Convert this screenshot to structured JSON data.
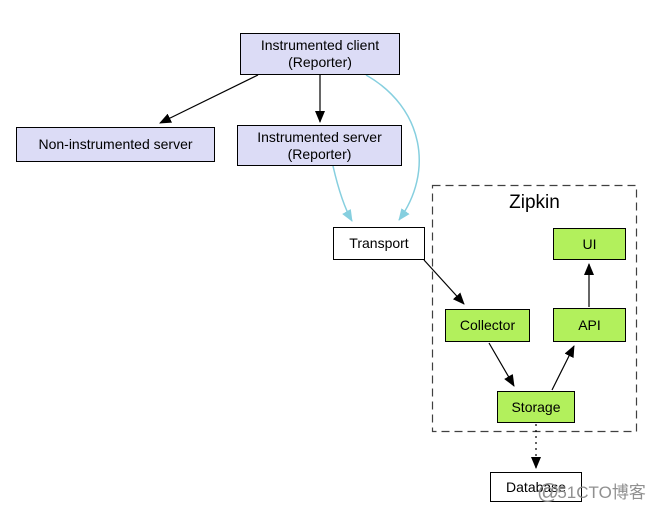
{
  "diagram": {
    "cluster": {
      "label": "Zipkin"
    },
    "nodes": {
      "instrumented_client": {
        "line1": "Instrumented client",
        "line2": "(Reporter)"
      },
      "non_instrumented_server": {
        "label": "Non-instrumented server"
      },
      "instrumented_server": {
        "line1": "Instrumented server",
        "line2": "(Reporter)"
      },
      "transport": {
        "label": "Transport"
      },
      "collector": {
        "label": "Collector"
      },
      "api": {
        "label": "API"
      },
      "ui": {
        "label": "UI"
      },
      "storage": {
        "label": "Storage"
      },
      "database": {
        "label": "Database"
      }
    },
    "edges": [
      {
        "from": "instrumented_client",
        "to": "non_instrumented_server",
        "style": "solid",
        "color": "#000000"
      },
      {
        "from": "instrumented_client",
        "to": "instrumented_server",
        "style": "solid",
        "color": "#000000"
      },
      {
        "from": "instrumented_client",
        "to": "transport",
        "style": "curved",
        "color": "#86cfdf"
      },
      {
        "from": "instrumented_server",
        "to": "transport",
        "style": "curved",
        "color": "#86cfdf"
      },
      {
        "from": "transport",
        "to": "collector",
        "style": "solid",
        "color": "#000000"
      },
      {
        "from": "collector",
        "to": "storage",
        "style": "solid",
        "color": "#000000"
      },
      {
        "from": "storage",
        "to": "api",
        "style": "solid",
        "color": "#000000"
      },
      {
        "from": "api",
        "to": "ui",
        "style": "solid",
        "color": "#000000"
      },
      {
        "from": "storage",
        "to": "database",
        "style": "dashed",
        "color": "#000000"
      }
    ],
    "colors": {
      "instrumented_node_fill": "#dcdcf6",
      "zipkin_node_fill": "#b2f05c",
      "plain_node_fill": "#ffffff",
      "node_border": "#000000",
      "transport_edge": "#86cfdf",
      "black_edge": "#000000",
      "cluster_border": "#404040",
      "watermark": "#8b8b8b"
    },
    "watermark": {
      "at": "@",
      "text": "51CTO博客"
    }
  }
}
